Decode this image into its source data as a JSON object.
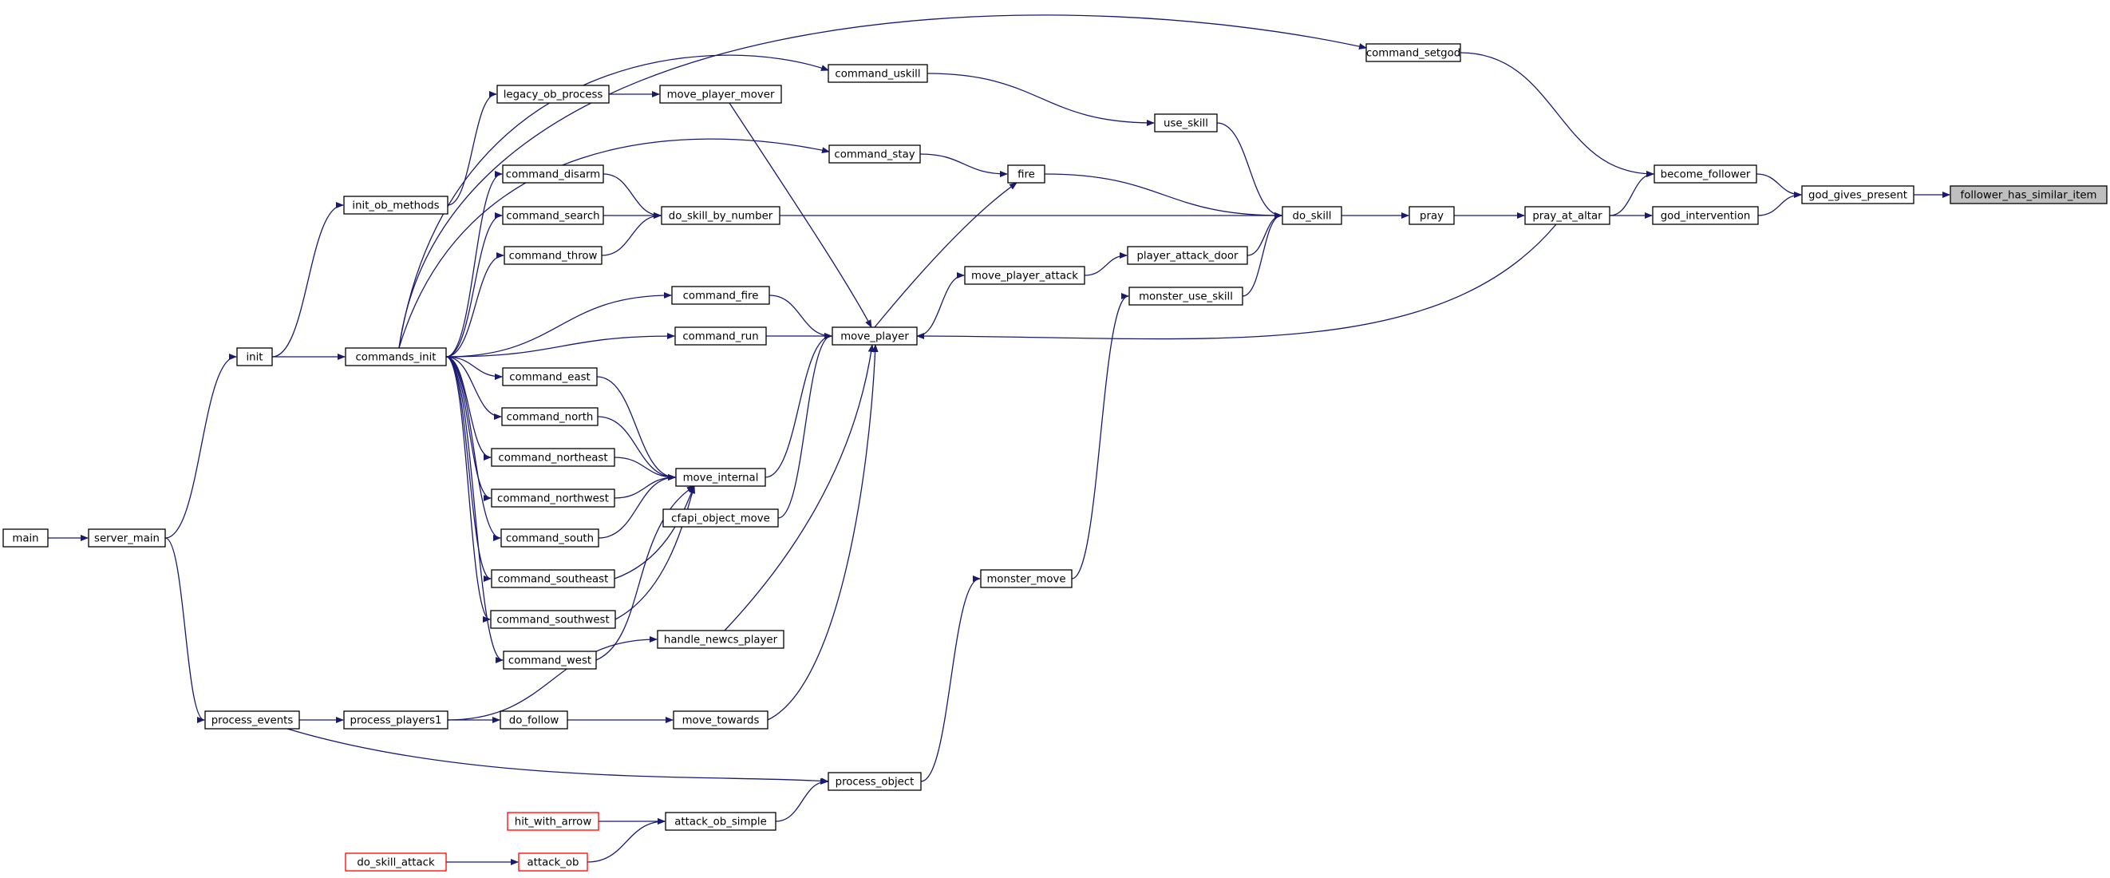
{
  "graph": {
    "colors": {
      "edge": "#191970",
      "node_border": "#000000",
      "node_fill": "#ffffff",
      "highlight_fill": "#bfbfbf",
      "external_border": "#ff0000"
    },
    "nodes": [
      {
        "id": "follower_has_similar_item",
        "label": "follower_has_similar_item",
        "highlight": true
      },
      {
        "id": "god_gives_present",
        "label": "god_gives_present"
      },
      {
        "id": "become_follower",
        "label": "become_follower"
      },
      {
        "id": "god_intervention",
        "label": "god_intervention"
      },
      {
        "id": "command_setgod",
        "label": "command_setgod"
      },
      {
        "id": "pray_at_altar",
        "label": "pray_at_altar"
      },
      {
        "id": "pray",
        "label": "pray"
      },
      {
        "id": "do_skill",
        "label": "do_skill"
      },
      {
        "id": "use_skill",
        "label": "use_skill"
      },
      {
        "id": "fire",
        "label": "fire"
      },
      {
        "id": "player_attack_door",
        "label": "player_attack_door"
      },
      {
        "id": "monster_use_skill",
        "label": "monster_use_skill"
      },
      {
        "id": "command_uskill",
        "label": "command_uskill"
      },
      {
        "id": "command_stay",
        "label": "command_stay"
      },
      {
        "id": "do_skill_by_number",
        "label": "do_skill_by_number"
      },
      {
        "id": "move_player_attack",
        "label": "move_player_attack"
      },
      {
        "id": "move_player",
        "label": "move_player"
      },
      {
        "id": "monster_move",
        "label": "monster_move"
      },
      {
        "id": "move_player_mover",
        "label": "move_player_mover"
      },
      {
        "id": "legacy_ob_process",
        "label": "legacy_ob_process"
      },
      {
        "id": "command_disarm",
        "label": "command_disarm"
      },
      {
        "id": "command_search",
        "label": "command_search"
      },
      {
        "id": "command_throw",
        "label": "command_throw"
      },
      {
        "id": "command_fire",
        "label": "command_fire"
      },
      {
        "id": "command_run",
        "label": "command_run"
      },
      {
        "id": "move_internal",
        "label": "move_internal"
      },
      {
        "id": "cfapi_object_move",
        "label": "cfapi_object_move"
      },
      {
        "id": "handle_newcs_player",
        "label": "handle_newcs_player"
      },
      {
        "id": "move_towards",
        "label": "move_towards"
      },
      {
        "id": "process_object",
        "label": "process_object"
      },
      {
        "id": "attack_ob_simple",
        "label": "attack_ob_simple"
      },
      {
        "id": "attack_ob",
        "label": "attack_ob",
        "external": true
      },
      {
        "id": "hit_with_arrow",
        "label": "hit_with_arrow",
        "external": true
      },
      {
        "id": "do_skill_attack",
        "label": "do_skill_attack",
        "external": true
      },
      {
        "id": "command_east",
        "label": "command_east"
      },
      {
        "id": "command_north",
        "label": "command_north"
      },
      {
        "id": "command_northeast",
        "label": "command_northeast"
      },
      {
        "id": "command_northwest",
        "label": "command_northwest"
      },
      {
        "id": "command_south",
        "label": "command_south"
      },
      {
        "id": "command_southeast",
        "label": "command_southeast"
      },
      {
        "id": "command_southwest",
        "label": "command_southwest"
      },
      {
        "id": "command_west",
        "label": "command_west"
      },
      {
        "id": "do_follow",
        "label": "do_follow"
      },
      {
        "id": "process_players1",
        "label": "process_players1"
      },
      {
        "id": "commands_init",
        "label": "commands_init"
      },
      {
        "id": "init_ob_methods",
        "label": "init_ob_methods"
      },
      {
        "id": "init",
        "label": "init"
      },
      {
        "id": "process_events",
        "label": "process_events"
      },
      {
        "id": "server_main",
        "label": "server_main"
      },
      {
        "id": "main",
        "label": "main"
      }
    ],
    "edges": [
      {
        "from": "god_gives_present",
        "to": "follower_has_similar_item"
      },
      {
        "from": "become_follower",
        "to": "god_gives_present"
      },
      {
        "from": "god_intervention",
        "to": "god_gives_present"
      },
      {
        "from": "command_setgod",
        "to": "become_follower"
      },
      {
        "from": "pray_at_altar",
        "to": "become_follower"
      },
      {
        "from": "pray_at_altar",
        "to": "god_intervention"
      },
      {
        "from": "pray",
        "to": "pray_at_altar"
      },
      {
        "from": "pray_at_altar",
        "to": "move_player"
      },
      {
        "from": "do_skill",
        "to": "pray"
      },
      {
        "from": "use_skill",
        "to": "do_skill"
      },
      {
        "from": "fire",
        "to": "do_skill"
      },
      {
        "from": "do_skill_by_number",
        "to": "do_skill"
      },
      {
        "from": "player_attack_door",
        "to": "do_skill"
      },
      {
        "from": "monster_use_skill",
        "to": "do_skill"
      },
      {
        "from": "command_uskill",
        "to": "use_skill"
      },
      {
        "from": "command_stay",
        "to": "fire"
      },
      {
        "from": "move_player",
        "to": "fire"
      },
      {
        "from": "move_player_attack",
        "to": "player_attack_door"
      },
      {
        "from": "monster_move",
        "to": "monster_use_skill"
      },
      {
        "from": "move_player",
        "to": "move_player_attack"
      },
      {
        "from": "command_disarm",
        "to": "do_skill_by_number"
      },
      {
        "from": "command_search",
        "to": "do_skill_by_number"
      },
      {
        "from": "command_throw",
        "to": "do_skill_by_number"
      },
      {
        "from": "move_player_mover",
        "to": "move_player"
      },
      {
        "from": "command_fire",
        "to": "move_player"
      },
      {
        "from": "command_run",
        "to": "move_player"
      },
      {
        "from": "move_internal",
        "to": "move_player"
      },
      {
        "from": "cfapi_object_move",
        "to": "move_player"
      },
      {
        "from": "handle_newcs_player",
        "to": "move_player"
      },
      {
        "from": "move_towards",
        "to": "move_player"
      },
      {
        "from": "legacy_ob_process",
        "to": "move_player_mover"
      },
      {
        "from": "init_ob_methods",
        "to": "legacy_ob_process"
      },
      {
        "from": "commands_init",
        "to": "command_setgod"
      },
      {
        "from": "commands_init",
        "to": "command_uskill"
      },
      {
        "from": "commands_init",
        "to": "command_stay"
      },
      {
        "from": "commands_init",
        "to": "command_disarm"
      },
      {
        "from": "commands_init",
        "to": "command_search"
      },
      {
        "from": "commands_init",
        "to": "command_throw"
      },
      {
        "from": "commands_init",
        "to": "command_fire"
      },
      {
        "from": "commands_init",
        "to": "command_run"
      },
      {
        "from": "commands_init",
        "to": "command_east"
      },
      {
        "from": "commands_init",
        "to": "command_north"
      },
      {
        "from": "commands_init",
        "to": "command_northeast"
      },
      {
        "from": "commands_init",
        "to": "command_northwest"
      },
      {
        "from": "commands_init",
        "to": "command_south"
      },
      {
        "from": "commands_init",
        "to": "command_southeast"
      },
      {
        "from": "commands_init",
        "to": "command_southwest"
      },
      {
        "from": "commands_init",
        "to": "command_west"
      },
      {
        "from": "command_east",
        "to": "move_internal"
      },
      {
        "from": "command_north",
        "to": "move_internal"
      },
      {
        "from": "command_northeast",
        "to": "move_internal"
      },
      {
        "from": "command_northwest",
        "to": "move_internal"
      },
      {
        "from": "command_south",
        "to": "move_internal"
      },
      {
        "from": "command_southeast",
        "to": "move_internal"
      },
      {
        "from": "command_southwest",
        "to": "move_internal"
      },
      {
        "from": "command_west",
        "to": "move_internal"
      },
      {
        "from": "init",
        "to": "commands_init"
      },
      {
        "from": "init",
        "to": "init_ob_methods"
      },
      {
        "from": "server_main",
        "to": "init"
      },
      {
        "from": "server_main",
        "to": "process_events"
      },
      {
        "from": "main",
        "to": "server_main"
      },
      {
        "from": "process_events",
        "to": "process_players1"
      },
      {
        "from": "process_events",
        "to": "process_object"
      },
      {
        "from": "process_players1",
        "to": "handle_newcs_player"
      },
      {
        "from": "process_players1",
        "to": "do_follow"
      },
      {
        "from": "do_follow",
        "to": "move_towards"
      },
      {
        "from": "process_object",
        "to": "monster_move"
      },
      {
        "from": "attack_ob_simple",
        "to": "process_object"
      },
      {
        "from": "hit_with_arrow",
        "to": "attack_ob_simple"
      },
      {
        "from": "attack_ob",
        "to": "attack_ob_simple"
      },
      {
        "from": "do_skill_attack",
        "to": "attack_ob"
      }
    ]
  }
}
